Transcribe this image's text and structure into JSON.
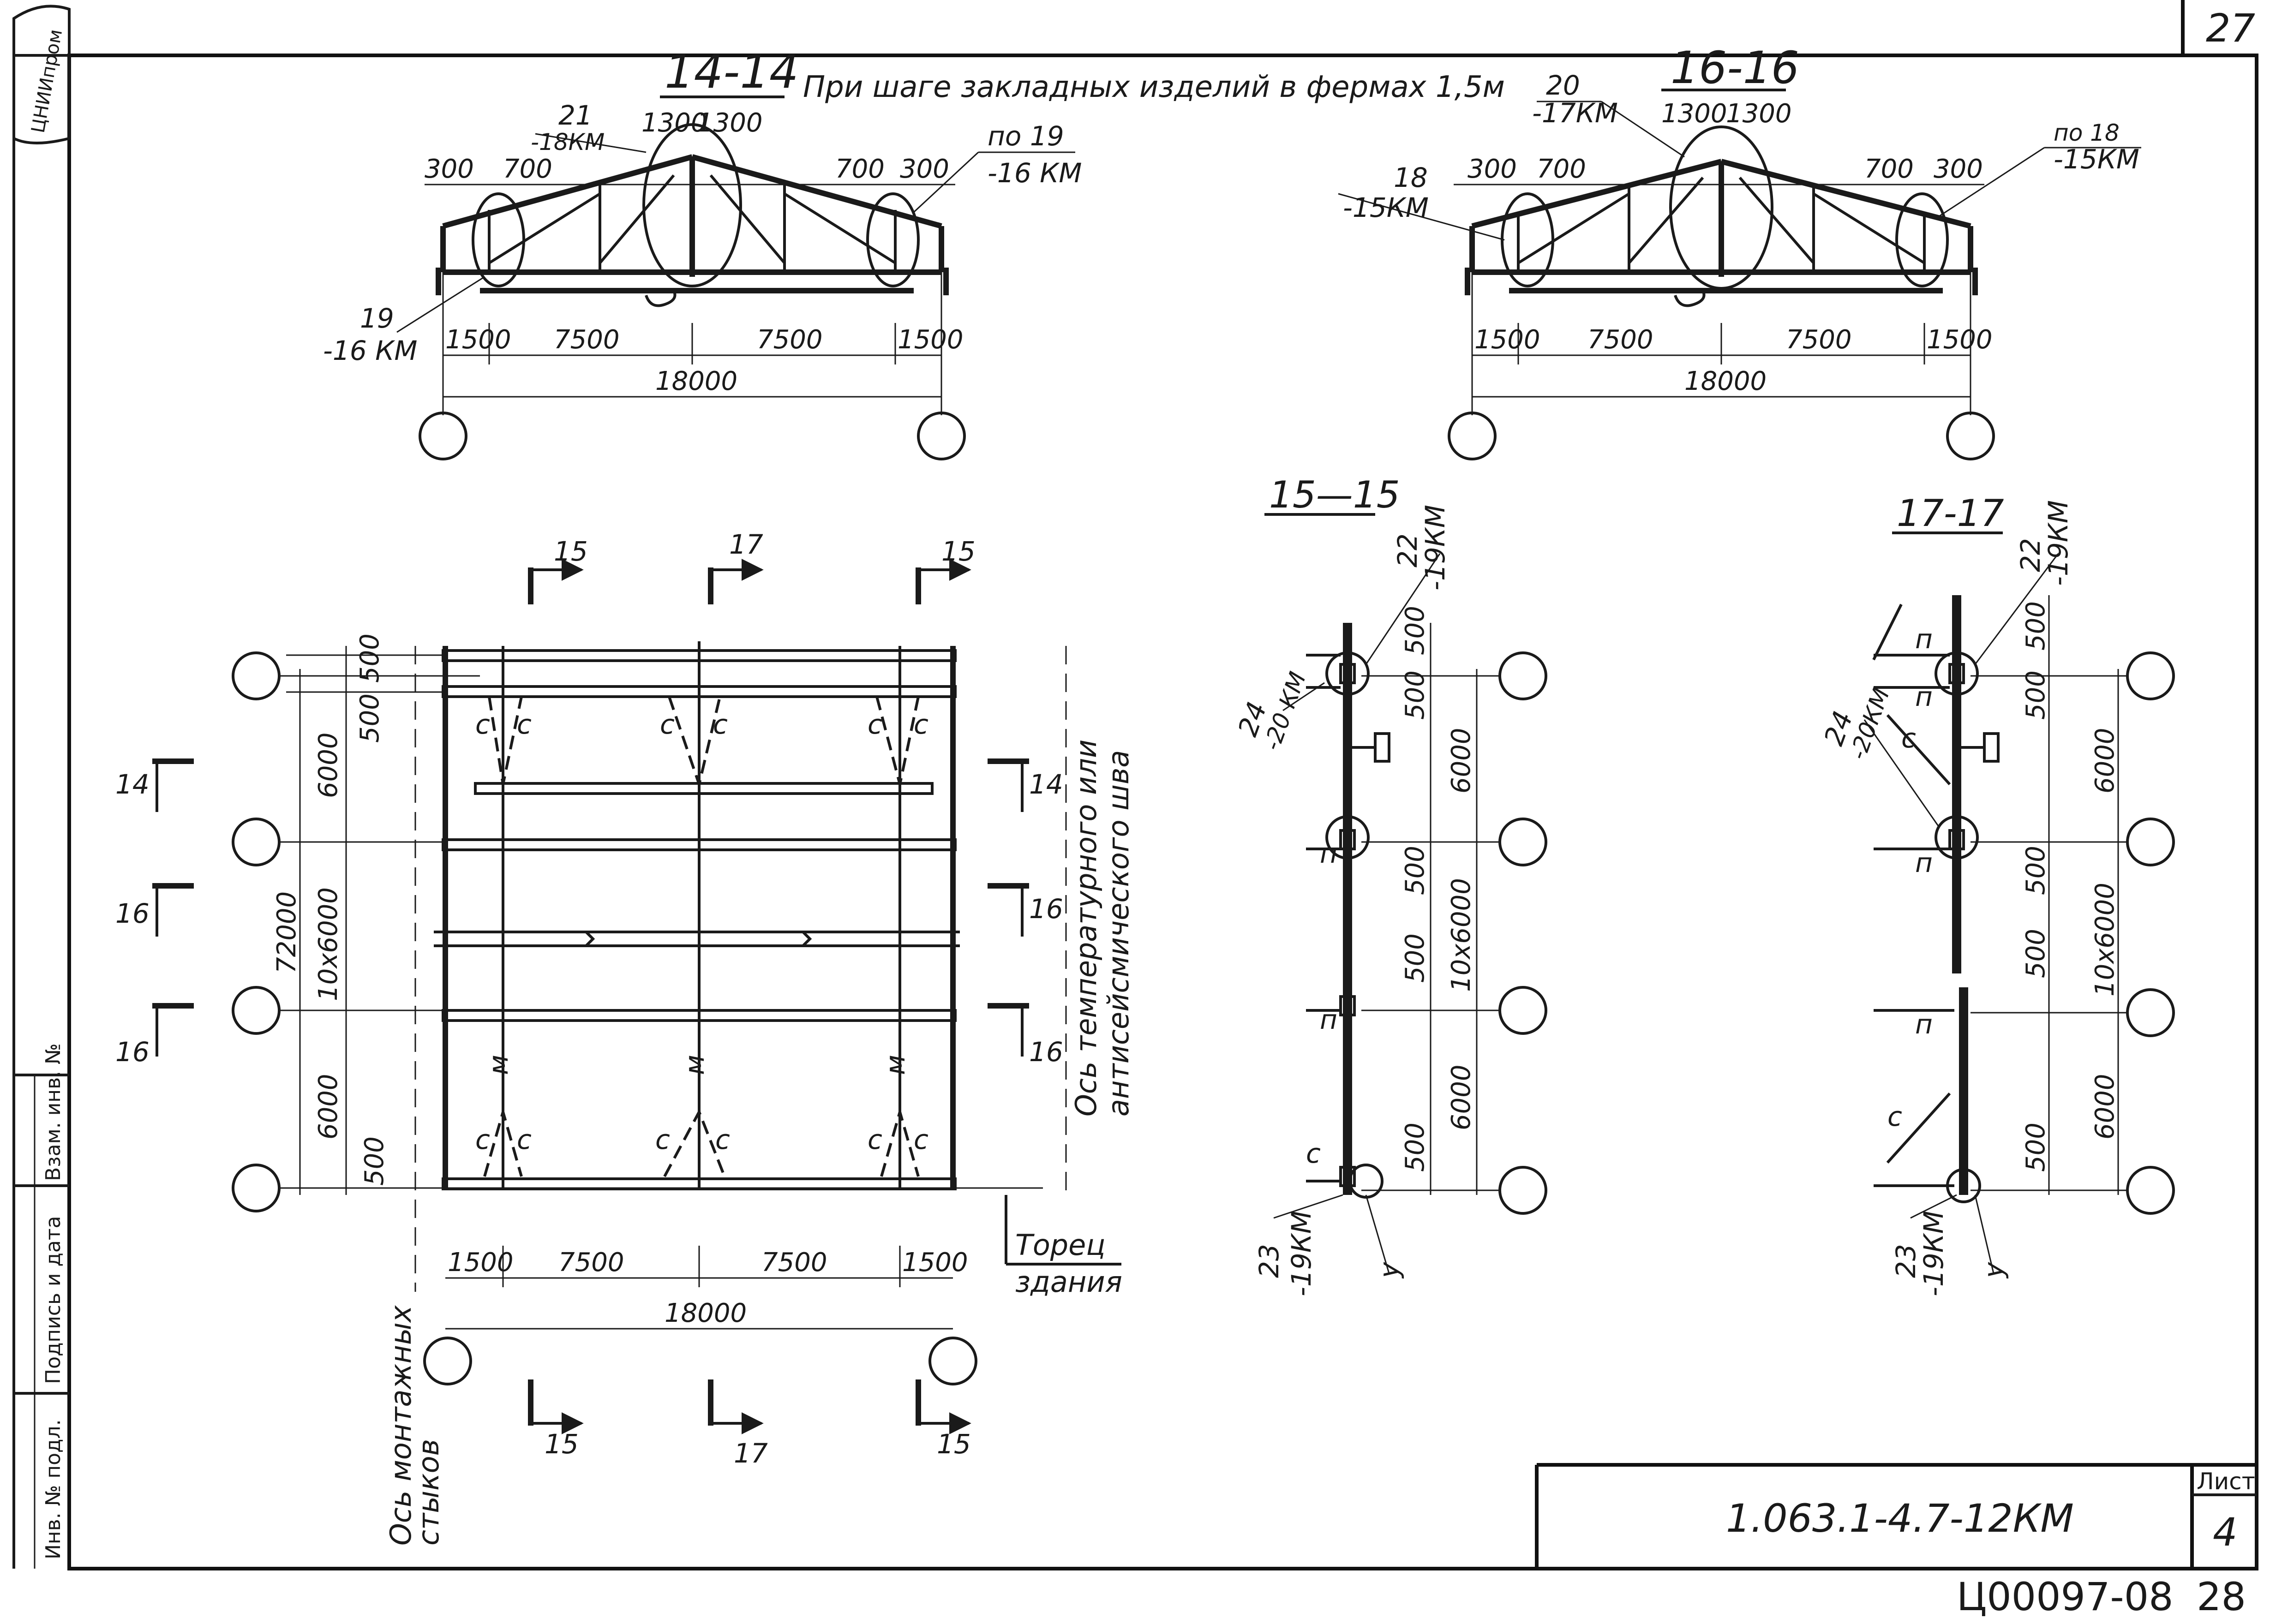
{
  "sheet": {
    "page_top": "27",
    "page_bottom": "28",
    "archive_code": "Ц00097-08",
    "drawing_code": "1.063.1-4.7-12КМ",
    "sheet_label": "Лист",
    "sheet_number": "4",
    "corner_stamp": "ЦНИИпром"
  },
  "stamp_side": {
    "inv_orig": "Инв. № подл.",
    "sign_date": "Подпись и дата",
    "vzam_inv": "Взам. инв. №"
  },
  "s14": {
    "title": "14-14",
    "note": "При шаге закладных изделий в фермах 1,5м",
    "dims_top": [
      "300",
      "700",
      "1300",
      "1300",
      "700",
      "300"
    ],
    "dims_bottom": [
      "1500",
      "7500",
      "7500",
      "1500"
    ],
    "total": "18000",
    "c21_num": "21",
    "c21_ref": "-18КМ",
    "c19r_num": "по 19",
    "c19r_ref": "-16 КМ",
    "c19l_num": "19",
    "c19l_ref": "-16 КМ"
  },
  "s16": {
    "title": "16-16",
    "dims_top": [
      "300",
      "700",
      "1300",
      "1300",
      "700",
      "300"
    ],
    "dims_bottom": [
      "1500",
      "7500",
      "7500",
      "1500"
    ],
    "total": "18000",
    "c20_num": "20",
    "c20_ref": "-17КМ",
    "c18r_num": "по 18",
    "c18r_ref": "-15КМ",
    "c18l_num": "18",
    "c18l_ref": "-15КМ"
  },
  "plan": {
    "cut_15": "15",
    "cut_17": "17",
    "cut_14": "14",
    "cut_16": "16",
    "dims_left": [
      "500",
      "500",
      "6000",
      "10х6000",
      "6000",
      "500"
    ],
    "total_left": "72000",
    "dims_bottom": [
      "1500",
      "7500",
      "7500",
      "1500"
    ],
    "total_bottom": "18000",
    "brace_c": "с",
    "brace_m": "м",
    "axis_joints_1": "Ось монтажных",
    "axis_joints_2": "стыков",
    "axis_temp_1": "Ось температурного или",
    "axis_temp_2": "антисейсмического шва",
    "end_1": "Торец",
    "end_2": "здания"
  },
  "s15": {
    "title": "15—15",
    "c22_num": "22",
    "c22_ref": "-19КМ",
    "c24_num": "24",
    "c24_ref": "-20 КМ",
    "c23_num": "23",
    "c23_ref": "-19КМ",
    "mark_p": "п",
    "mark_c": "с",
    "mark_u": "у",
    "dims": [
      "500",
      "500",
      "6000",
      "500",
      "10х6000",
      "500",
      "6000",
      "500"
    ]
  },
  "s17": {
    "title": "17-17",
    "c22_num": "22",
    "c22_ref": "-19КМ",
    "c24_num": "24",
    "c24_ref": "-20КМ",
    "c23_num": "23",
    "c23_ref": "-19КМ",
    "mark_p": "п",
    "mark_c": "с",
    "mark_u": "у",
    "dims": [
      "500",
      "500",
      "6000",
      "500",
      "10х6000",
      "500",
      "6000",
      "500"
    ]
  }
}
